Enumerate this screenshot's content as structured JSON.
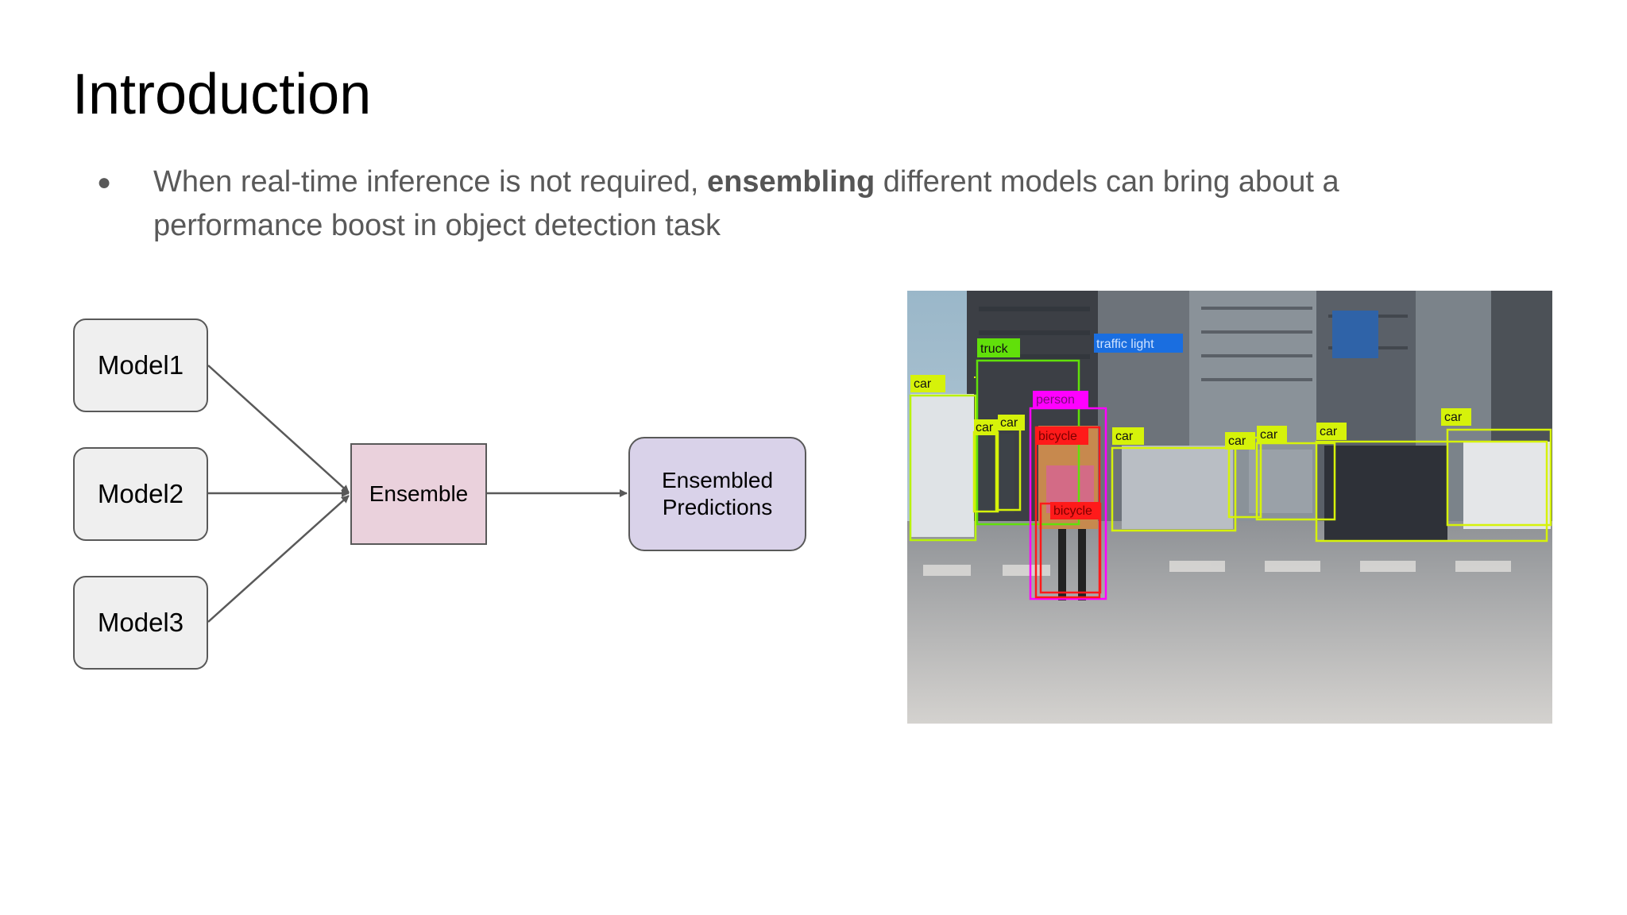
{
  "slide": {
    "title": "Introduction",
    "bullet": {
      "prefix": "When real-time inference is not required, ",
      "bold": "ensembling",
      "suffix": " different models can bring about a performance boost in object detection task"
    }
  },
  "diagram": {
    "models": [
      "Model1",
      "Model2",
      "Model3"
    ],
    "ensemble": "Ensemble",
    "output": [
      "Ensembled",
      "Predictions"
    ]
  },
  "detection_image": {
    "labels": [
      "truck",
      "traffic light",
      "car",
      "person",
      "car",
      "car",
      "bicycle",
      "car",
      "car",
      "car",
      "car",
      "car",
      "car",
      "bicycle"
    ]
  }
}
